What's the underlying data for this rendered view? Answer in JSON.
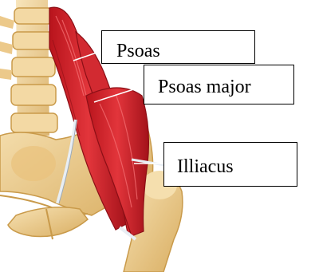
{
  "labels": {
    "psoas": "Psoas",
    "psoas_major": "Psoas major",
    "illiacus": "Illiacus"
  },
  "colors": {
    "muscle": "#d8232c",
    "muscle_dark": "#9e1219",
    "bone": "#f1d49a",
    "bone_shade": "#d9b26a",
    "tendon": "#dfe6ee",
    "label_border": "#000000"
  }
}
